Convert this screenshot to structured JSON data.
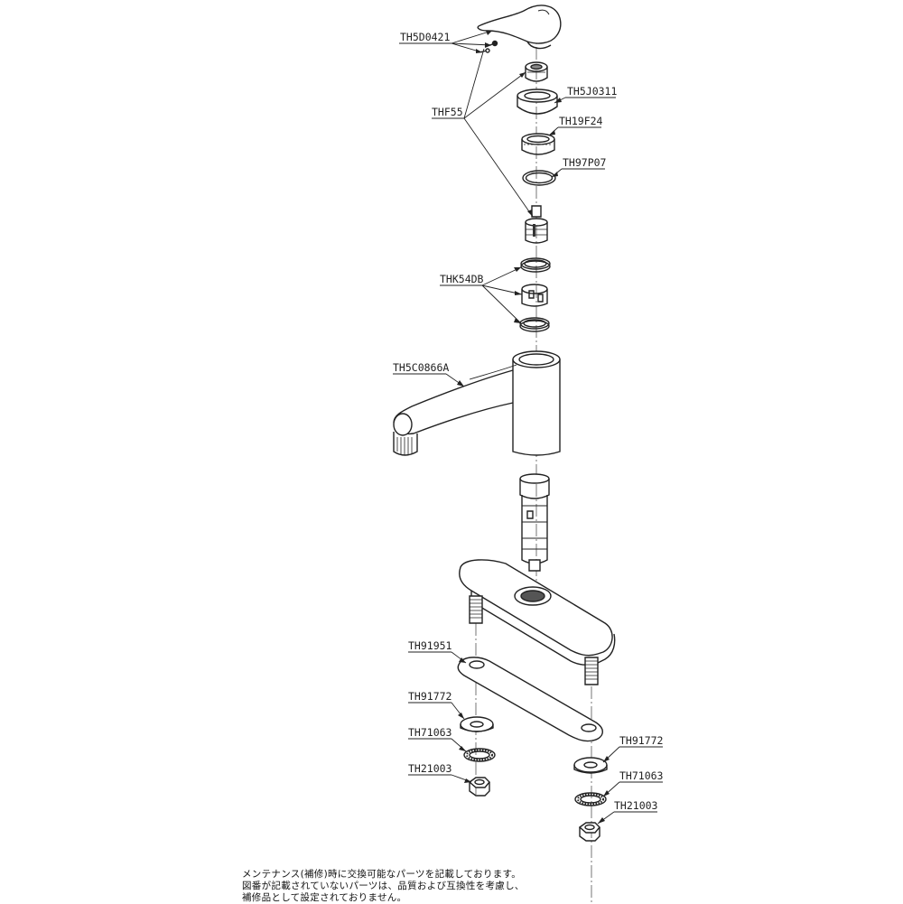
{
  "labels": {
    "handle": "TH5D0421",
    "cap_ring": "TH5J0311",
    "thf": "THF55",
    "nut_ring": "TH19F24",
    "oring": "TH97P07",
    "packing_set": "THK54DB",
    "spout": "TH5C0866A",
    "gasket": "TH91951",
    "washer_left": "TH91772",
    "spring_washer_left": "TH71063",
    "hex_nut_left": "TH21003",
    "washer_right": "TH91772",
    "spring_washer_right": "TH71063",
    "hex_nut_right": "TH21003"
  },
  "note": {
    "line1": "メンテナンス(補修)時に交換可能なパーツを記載しております。",
    "line2": "図番が記載されていないパーツは、品質および互換性を考慮し、",
    "line3": "補修品として設定されておりません。"
  }
}
